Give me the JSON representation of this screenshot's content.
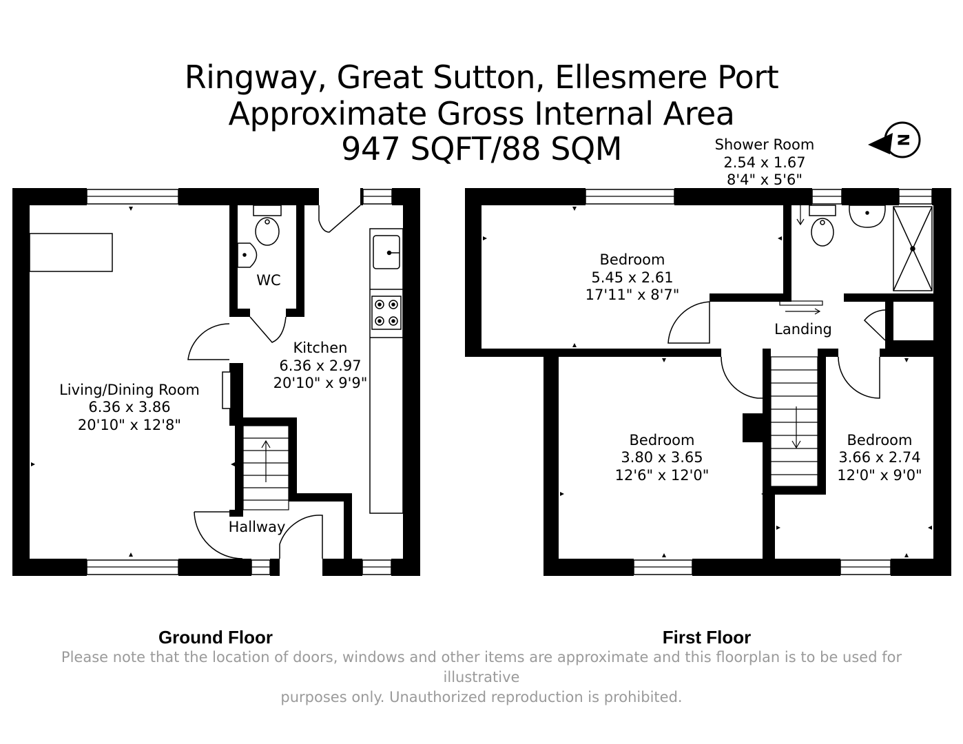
{
  "header": {
    "line1": "Ringway, Great Sutton, Ellesmere Port",
    "line2": "Approximate Gross Internal Area",
    "line3": "947 SQFT/88 SQM"
  },
  "compass": {
    "letter": "N",
    "icon": "north-arrow-icon"
  },
  "rooms": {
    "living": {
      "name": "Living/Dining Room",
      "metric": "6.36 x 3.86",
      "imperial": "20'10\" x 12'8\""
    },
    "wc": {
      "name": "WC"
    },
    "kitchen": {
      "name": "Kitchen",
      "metric": "6.36 x 2.97",
      "imperial": "20'10\" x 9'9\""
    },
    "hallway": {
      "name": "Hallway"
    },
    "shower": {
      "name": "Shower Room",
      "metric": "2.54 x 1.67",
      "imperial": "8'4\" x 5'6\""
    },
    "bedroom1": {
      "name": "Bedroom",
      "metric": "5.45 x 2.61",
      "imperial": "17'11\" x 8'7\""
    },
    "landing": {
      "name": "Landing"
    },
    "bedroom2": {
      "name": "Bedroom",
      "metric": "3.80 x 3.65",
      "imperial": "12'6\" x 12'0\""
    },
    "bedroom3": {
      "name": "Bedroom",
      "metric": "3.66 x 2.74",
      "imperial": "12'0\" x 9'0\""
    }
  },
  "floors": {
    "ground": "Ground Floor",
    "first": "First Floor"
  },
  "footer": {
    "line1": "Please note that the location of doors, windows and other items are approximate and this floorplan is to be used for illustrative",
    "line2": "purposes only. Unauthorized reproduction is prohibited."
  },
  "colors": {
    "wall": "#000000",
    "fixture": "#000000",
    "disclaimer": "#9a9a9a"
  }
}
